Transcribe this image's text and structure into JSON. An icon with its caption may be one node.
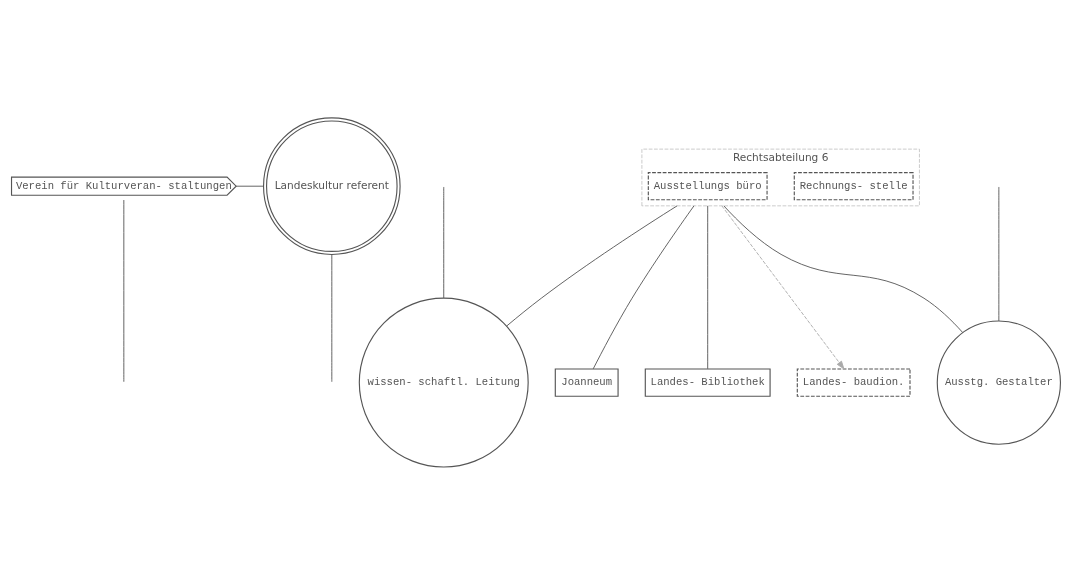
{
  "diagram": {
    "nodes": [
      {
        "text": [
          "Landeskultur referent"
        ]
      },
      {
        "text": [
          "Verein für Kulturveran- staltungen"
        ]
      },
      {
        "text": [
          "Rechtsabteilung 6"
        ]
      },
      {
        "text": [
          "Ausstellungs büro"
        ],
        "in": 2
      },
      {
        "text": [
          "Rechnungs- stelle"
        ],
        "in": 2
      },
      {
        "text": [
          "wissen- schaftl. Leitung"
        ]
      },
      {
        "text": [
          "Joanneum"
        ]
      },
      {
        "text": [
          "Landes- Bibliothek"
        ]
      },
      {
        "text": [
          "Landes- baudion."
        ]
      },
      {
        "text": [
          "Ausstg. Gestalter"
        ]
      }
    ],
    "edges": [
      {
        "from": 1,
        "to": 0,
        "arrow": "none"
      },
      {
        "from": 1,
        "to": null,
        "arrow": "none"
      },
      {
        "from": 0,
        "to": null,
        "arrow": "none"
      },
      {
        "from": null,
        "to": 5,
        "arrow": "none"
      },
      {
        "from": null,
        "to": 9,
        "arrow": "none"
      },
      {
        "from": 2,
        "to": 5,
        "arrow": "none"
      },
      {
        "from": 2,
        "to": 6,
        "arrow": "none"
      },
      {
        "from": 2,
        "to": 7,
        "arrow": "none"
      },
      {
        "from": 2,
        "to": 8,
        "arrow": "to",
        "style": "dashed",
        "color": "#aaaaaa"
      },
      {
        "from": 2,
        "to": 9,
        "arrow": "none"
      }
    ]
  }
}
